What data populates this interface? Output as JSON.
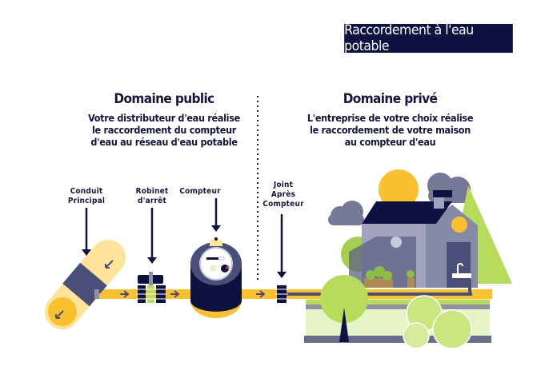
{
  "header": {
    "title": "Raccordement à l'eau potable"
  },
  "sections": {
    "public": {
      "title": "Domaine public",
      "description": "Votre distributeur d'eau réalise\nle raccordement du compteur\nd'eau au réseau d'eau potable"
    },
    "prive": {
      "title": "Domaine privé",
      "description": "L'entreprise de votre choix réalise\nle raccordement de votre maison\nau compteur d'eau"
    }
  },
  "labels": {
    "conduit": "Conduit\nPrincipal",
    "robinet": "Robinet\nd'arrêt",
    "compteur": "Compteur",
    "joint": "Joint\nAprès\nCompteur"
  },
  "colors": {
    "navy": "#0d1240",
    "slate": "#4a4f7a",
    "yellow": "#fbc02d",
    "light_yellow": "#fde49a",
    "green": "#b7dc5c",
    "light_green": "#e6f3c4",
    "grey": "#8e90a8"
  }
}
